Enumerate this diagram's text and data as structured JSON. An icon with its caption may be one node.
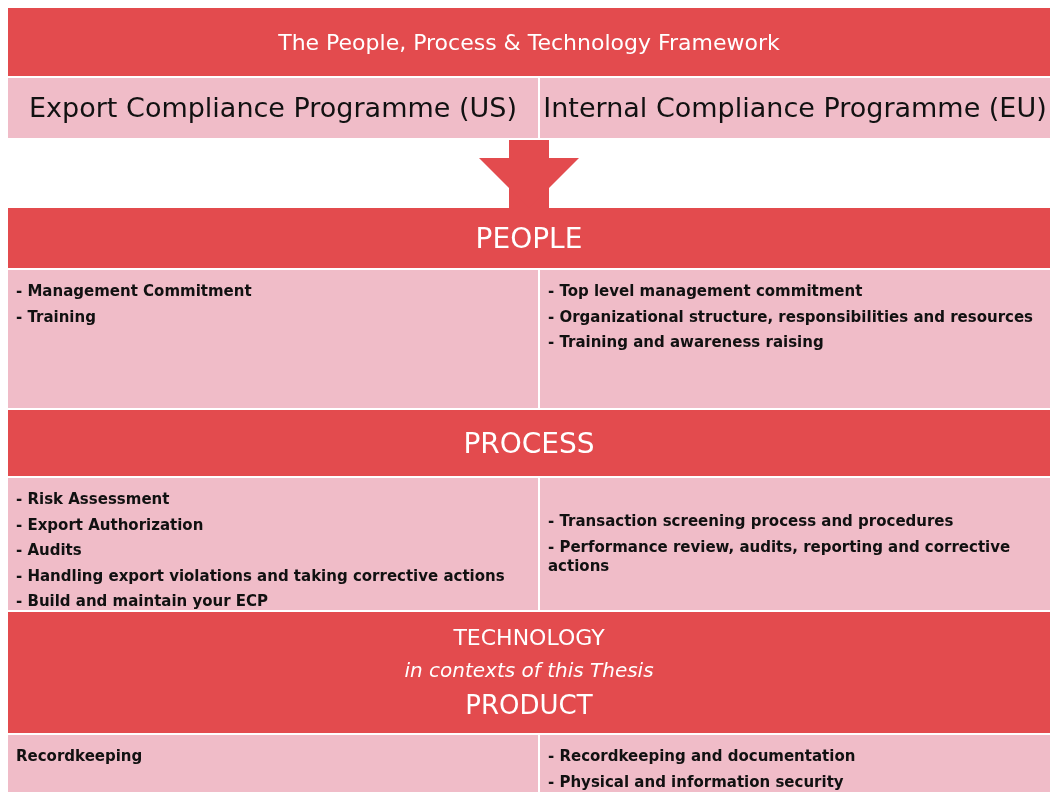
{
  "diagram": {
    "nodes": [
      {
        "text": [
          "The People, Process & Technology Framework"
        ]
      },
      {
        "text": [
          "Export Compliance Programme (US)"
        ]
      },
      {
        "text": [
          "Internal Compliance Programme (EU)"
        ]
      },
      {
        "text": [
          "PEOPLE"
        ]
      },
      {
        "text": [
          "- Management Commitment",
          "- Training"
        ]
      },
      {
        "text": [
          "- Top level management commitment",
          "- Organizational structure, responsibilities and resources",
          "- Training and awareness raising"
        ]
      },
      {
        "text": [
          "PROCESS"
        ]
      },
      {
        "text": [
          "- Risk Assessment",
          "- Export Authorization",
          "- Audits",
          "- Handling export violations and taking corrective actions",
          "- Build and maintain your ECP"
        ]
      },
      {
        "text": [
          "- Transaction screening process and procedures",
          "- Performance review, audits, reporting and corrective actions"
        ]
      },
      {
        "text": [
          "TECHNOLOGY",
          "in contexts of this Thesis",
          "PRODUCT"
        ]
      },
      {
        "text": [
          "Recordkeeping"
        ]
      },
      {
        "text": [
          "- Recordkeeping and documentation",
          "- Physical and information security"
        ]
      }
    ],
    "edges": [
      {
        "from": 1,
        "to": 3,
        "arrow": "to"
      },
      {
        "from": 2,
        "to": 3,
        "arrow": "to"
      }
    ]
  }
}
